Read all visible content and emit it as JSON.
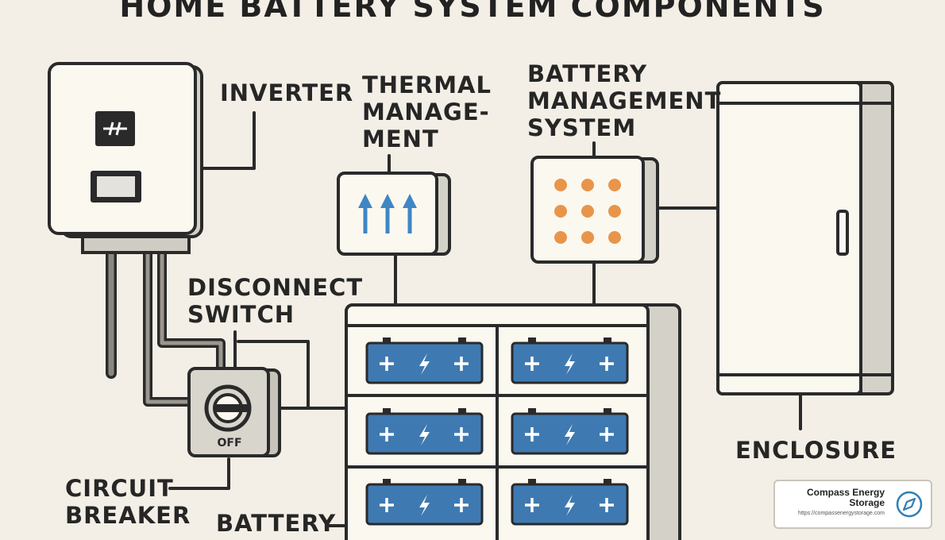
{
  "title": "HOME BATTERY SYSTEM COMPONENTS",
  "labels": {
    "inverter": "INVERTER",
    "thermal": [
      "THERMAL",
      "MANAGE-",
      "MENT"
    ],
    "bms": [
      "BATTERY",
      "MANAGEMENT",
      "SYSTEM"
    ],
    "disconnect": [
      "DISCONNECT",
      "SWITCH"
    ],
    "breaker": [
      "CIRCUIT",
      "BREAKER"
    ],
    "battery": "BATTERY",
    "enclosure": "ENCLOSURE"
  },
  "breaker_state": "OFF",
  "inverter_display_symbol": "-/|-",
  "battery_cell_symbols": {
    "left": "+",
    "middle": "lightning-bolt",
    "right": "+"
  },
  "battery_modules": 6,
  "bms_indicator_lights": 9,
  "thermal_arrows": 3,
  "logo": {
    "name_line1": "Compass Energy",
    "name_line2": "Storage",
    "url": "https://compassenergystorage.com",
    "icon": "compass-icon"
  },
  "colors": {
    "background": "#f3efe6",
    "outline": "#2a2a2a",
    "panel": "#fbf8f0",
    "shadow": "#d4d1c8",
    "battery_blue": "#3f79b1",
    "arrow_blue": "#3f86c4",
    "led_orange": "#e8954a",
    "breaker_gray": "#d8d5cd"
  }
}
